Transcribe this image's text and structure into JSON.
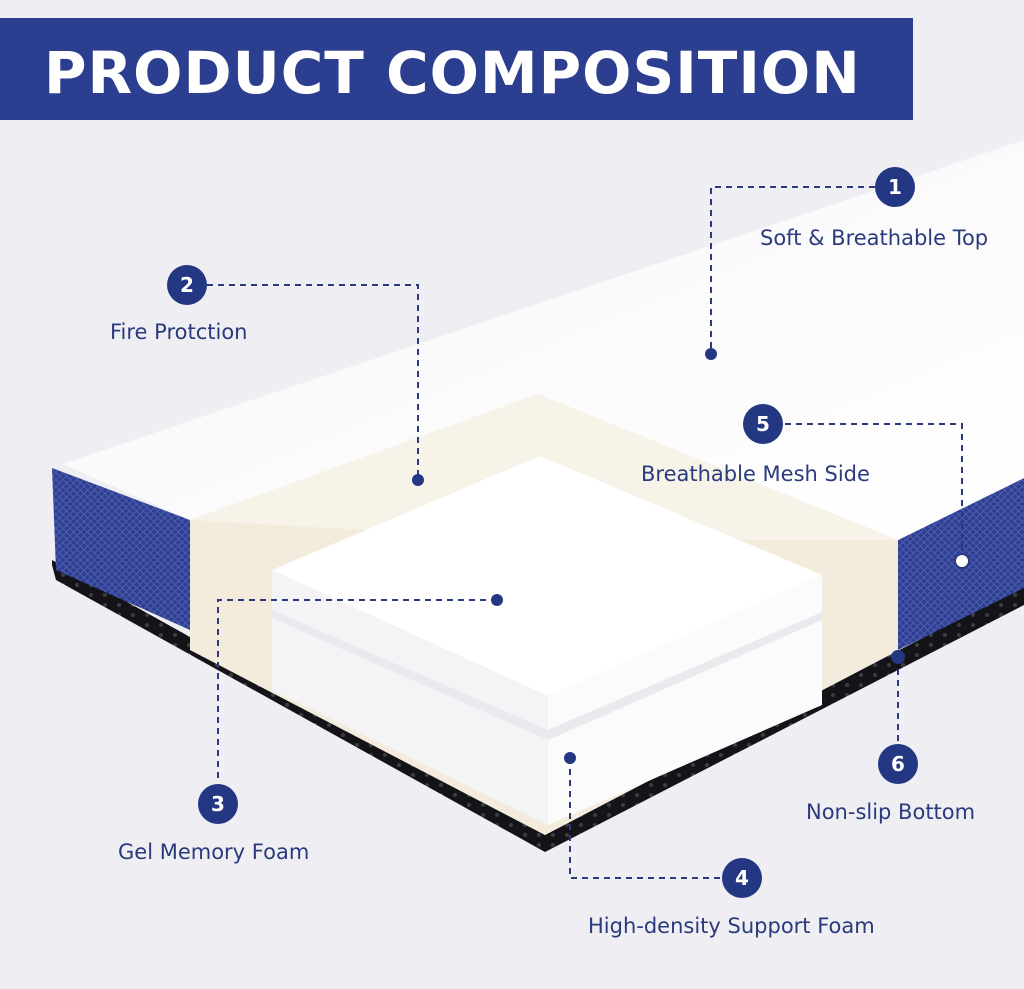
{
  "header": {
    "title": "PRODUCT COMPOSITION"
  },
  "callouts": [
    {
      "number": "1",
      "label": "Soft & Breathable Top"
    },
    {
      "number": "2",
      "label": "Fire Protction"
    },
    {
      "number": "3",
      "label": "Gel Memory Foam"
    },
    {
      "number": "4",
      "label": "High-density Support Foam"
    },
    {
      "number": "5",
      "label": "Breathable Mesh Side"
    },
    {
      "number": "6",
      "label": "Non-slip Bottom"
    }
  ],
  "colors": {
    "banner": "#2c3e8f",
    "badge": "#243782",
    "label_text": "#2a3a7c",
    "mesh_side": "#2f3e8e",
    "bottom_layer": "#141418",
    "fire_layer": "#f3ecdc",
    "top_layer": "#ffffff"
  }
}
